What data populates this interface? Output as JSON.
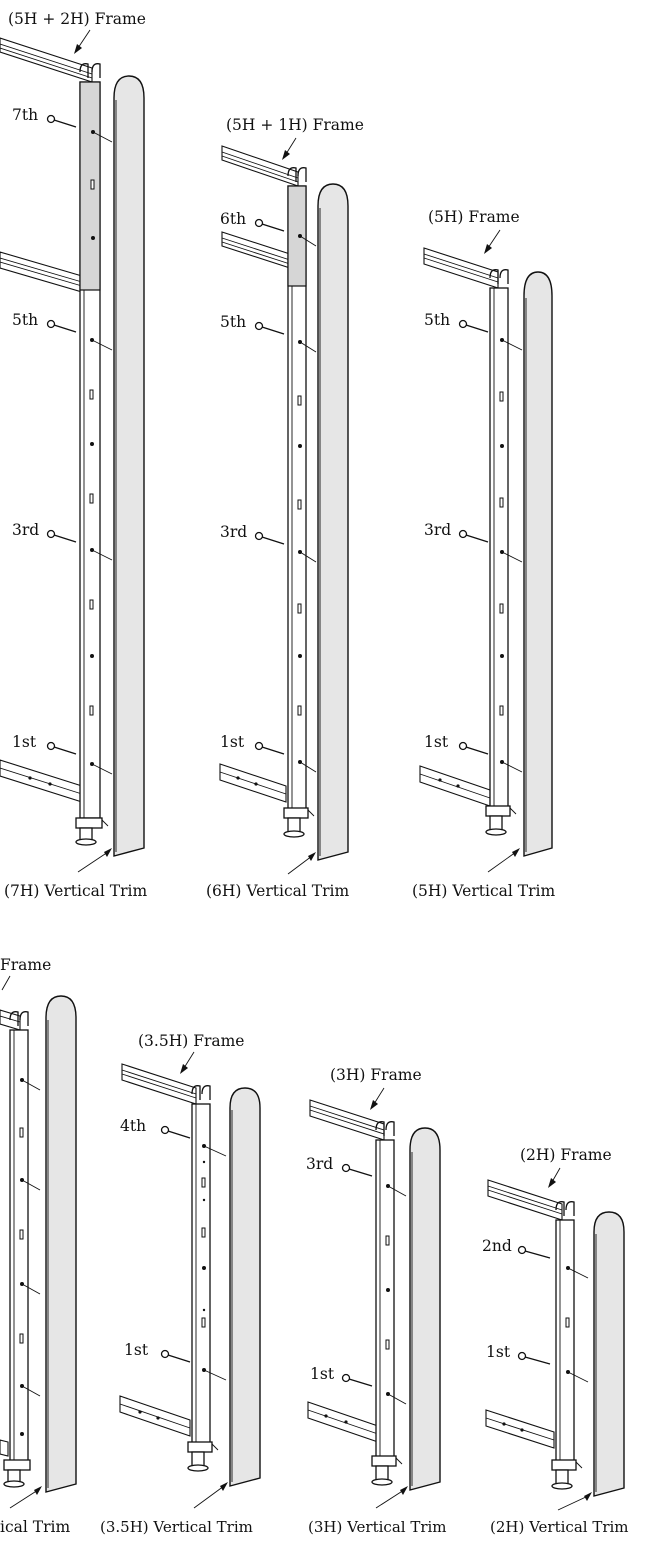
{
  "row1": {
    "frames": [
      {
        "frame_label": "(5H + 2H) Frame",
        "trim_label": "(7H) Vertical Trim",
        "screws": [
          "7th",
          "5th",
          "3rd",
          "1st"
        ]
      },
      {
        "frame_label": "(5H + 1H) Frame",
        "trim_label": "(6H) Vertical Trim",
        "screws": [
          "6th",
          "5th",
          "3rd",
          "1st"
        ]
      },
      {
        "frame_label": "(5H) Frame",
        "trim_label": "(5H) Vertical Trim",
        "screws": [
          "5th",
          "3rd",
          "1st"
        ]
      }
    ]
  },
  "row2": {
    "frames": [
      {
        "frame_label": "Frame",
        "trim_label": "ical Trim",
        "screws": []
      },
      {
        "frame_label": "(3.5H) Frame",
        "trim_label": "(3.5H) Vertical Trim",
        "screws": [
          "4th",
          "1st"
        ]
      },
      {
        "frame_label": "(3H) Frame",
        "trim_label": "(3H) Vertical Trim",
        "screws": [
          "3rd",
          "1st"
        ]
      },
      {
        "frame_label": "(2H) Frame",
        "trim_label": "(2H) Vertical Trim",
        "screws": [
          "2nd",
          "1st"
        ]
      }
    ]
  }
}
